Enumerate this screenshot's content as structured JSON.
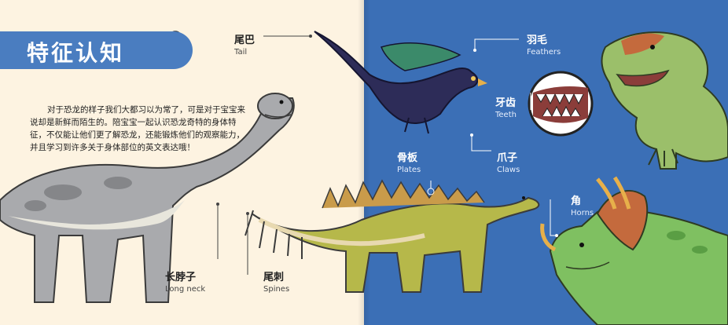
{
  "left_page": {
    "title": "特征认知",
    "intro": "对于恐龙的样子我们大都习以为常了，可是对于宝宝来说却是新鲜而陌生的。陪宝宝一起认识恐龙奇特的身体特征，不仅能让他们更了解恐龙，还能锻炼他们的观察能力，并且学习到许多关于身体部位的英文表达哦！"
  },
  "labels": [
    {
      "zh": "尾巴",
      "en": "Tail"
    },
    {
      "zh": "长脖子",
      "en": "Long neck"
    },
    {
      "zh": "尾刺",
      "en": "Spines"
    },
    {
      "zh": "羽毛",
      "en": "Feathers"
    },
    {
      "zh": "牙齿",
      "en": "Teeth"
    },
    {
      "zh": "骨板",
      "en": "Plates"
    },
    {
      "zh": "爪子",
      "en": "Claws"
    },
    {
      "zh": "角",
      "en": "Horns"
    }
  ],
  "colors": {
    "left_background": "#fdf3e1",
    "right_background": "#3b6fb6",
    "title_bar": "#4a7dc0"
  }
}
